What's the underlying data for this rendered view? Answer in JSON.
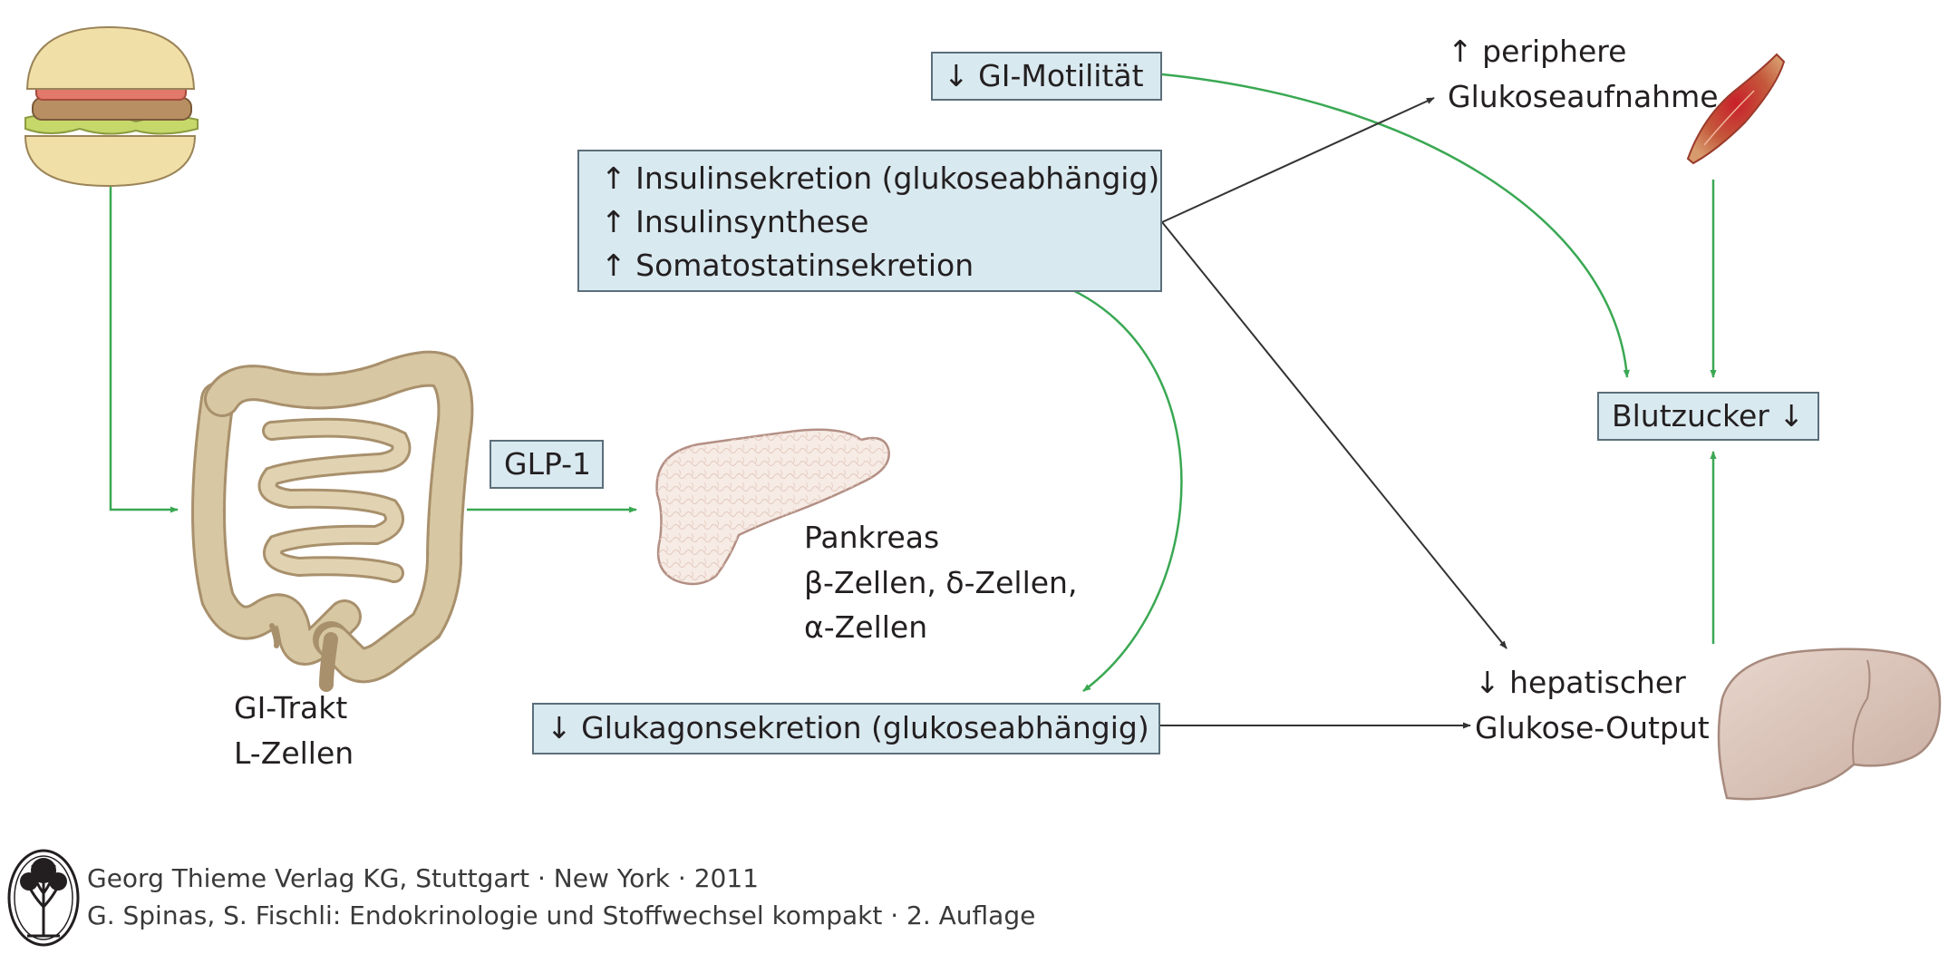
{
  "boxes": {
    "gi_motility": "↓ GI-Motilität",
    "insulin_secretion": "↑ Insulinsekretion (glukoseabhängig)",
    "insulin_synthesis": "↑ Insulinsynthese",
    "somatostatin": "↑ Somatostatinsekretion",
    "glp1": "GLP-1",
    "blood_sugar": "Blutzucker ↓",
    "glucagon": "↓ Glukagonsekretion (glukoseabhängig)"
  },
  "labels": {
    "peripheral_line1": "↑ periphere",
    "peripheral_line2": "Glukoseaufnahme",
    "pancreas_line1": "Pankreas",
    "pancreas_line2": "β-Zellen, δ-Zellen,",
    "pancreas_line3": "α-Zellen",
    "gi_line1": "GI-Trakt",
    "gi_line2": "L-Zellen",
    "hepatic_line1": "↓ hepatischer",
    "hepatic_line2": "Glukose-Output"
  },
  "credits": {
    "line1": "Georg Thieme Verlag KG, Stuttgart · New York · 2011",
    "line2": "G. Spinas, S. Fischli: Endokrinologie und Stoffwechsel kompakt · 2. Auflage"
  },
  "icons": {
    "food": "burger-icon",
    "gut": "intestine-icon",
    "pancreas": "pancreas-icon",
    "muscle": "muscle-icon",
    "liver": "liver-icon",
    "publisher": "thieme-tree-logo"
  },
  "colors": {
    "box_fill": "#d9e9f0",
    "box_border": "#5b6f7a",
    "green_arrow": "#3aa853",
    "black_arrow": "#333333"
  }
}
